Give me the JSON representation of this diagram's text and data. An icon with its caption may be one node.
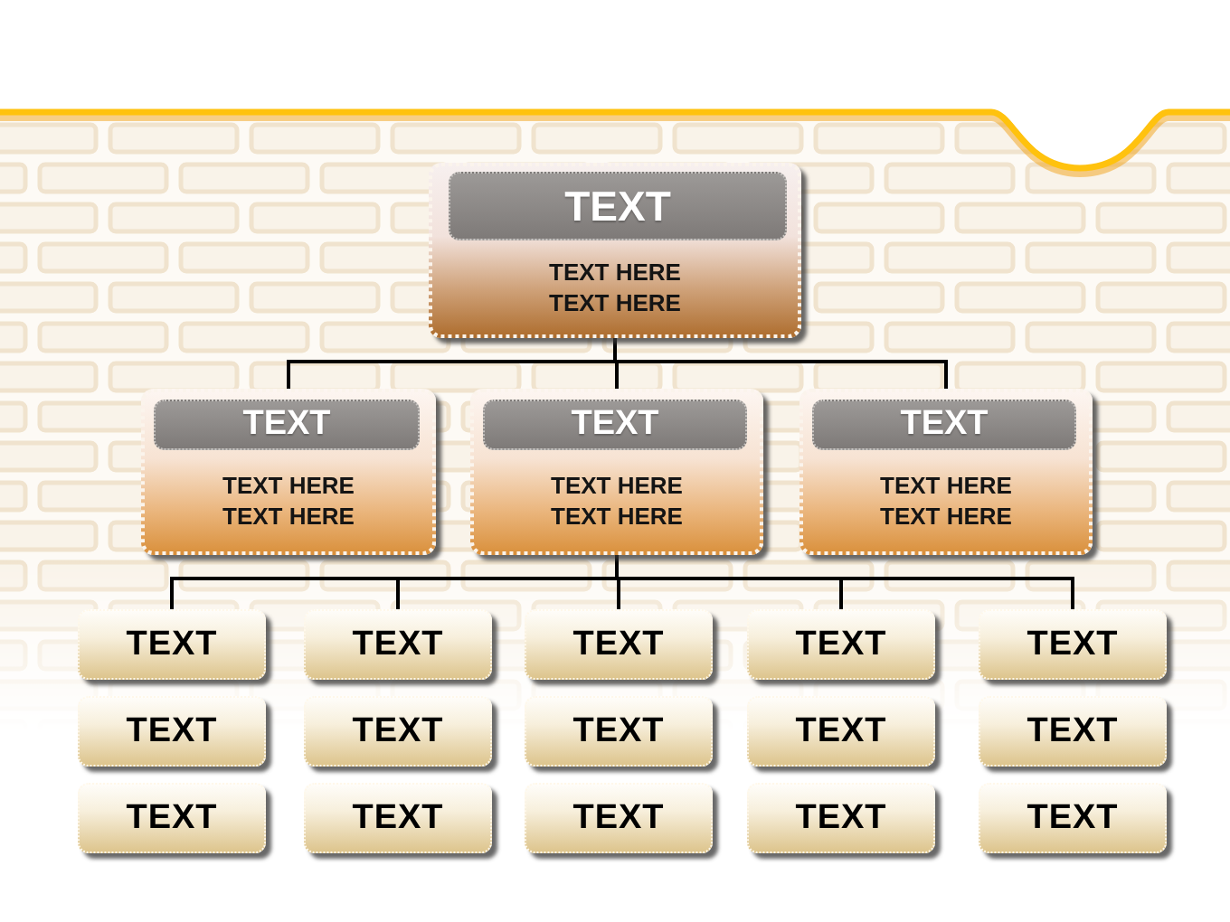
{
  "diagram": {
    "nodes": [
      {
        "text": [
          "TEXT",
          "TEXT HERE TEXT HERE"
        ]
      },
      {
        "text": [
          "TEXT",
          "TEXT HERE TEXT HERE"
        ]
      },
      {
        "text": [
          "TEXT",
          "TEXT HERE TEXT HERE"
        ]
      },
      {
        "text": [
          "TEXT",
          "TEXT HERE TEXT HERE"
        ]
      },
      {
        "text": [
          "TEXT"
        ]
      },
      {
        "text": [
          "TEXT"
        ]
      },
      {
        "text": [
          "TEXT"
        ]
      },
      {
        "text": [
          "TEXT"
        ]
      },
      {
        "text": [
          "TEXT"
        ]
      },
      {
        "text": [
          "TEXT"
        ]
      },
      {
        "text": [
          "TEXT"
        ]
      },
      {
        "text": [
          "TEXT"
        ]
      },
      {
        "text": [
          "TEXT"
        ]
      },
      {
        "text": [
          "TEXT"
        ]
      },
      {
        "text": [
          "TEXT"
        ]
      },
      {
        "text": [
          "TEXT"
        ]
      },
      {
        "text": [
          "TEXT"
        ]
      },
      {
        "text": [
          "TEXT"
        ]
      },
      {
        "text": [
          "TEXT"
        ]
      }
    ],
    "edges": [
      {
        "from": 0,
        "to": 1,
        "arrow": "none"
      },
      {
        "from": 0,
        "to": 2,
        "arrow": "none"
      },
      {
        "from": 0,
        "to": 3,
        "arrow": "none"
      },
      {
        "from": 2,
        "to": 4,
        "arrow": "none"
      },
      {
        "from": 2,
        "to": 5,
        "arrow": "none"
      },
      {
        "from": 2,
        "to": 6,
        "arrow": "none"
      },
      {
        "from": 2,
        "to": 7,
        "arrow": "none"
      },
      {
        "from": 2,
        "to": 8,
        "arrow": "none"
      }
    ]
  }
}
